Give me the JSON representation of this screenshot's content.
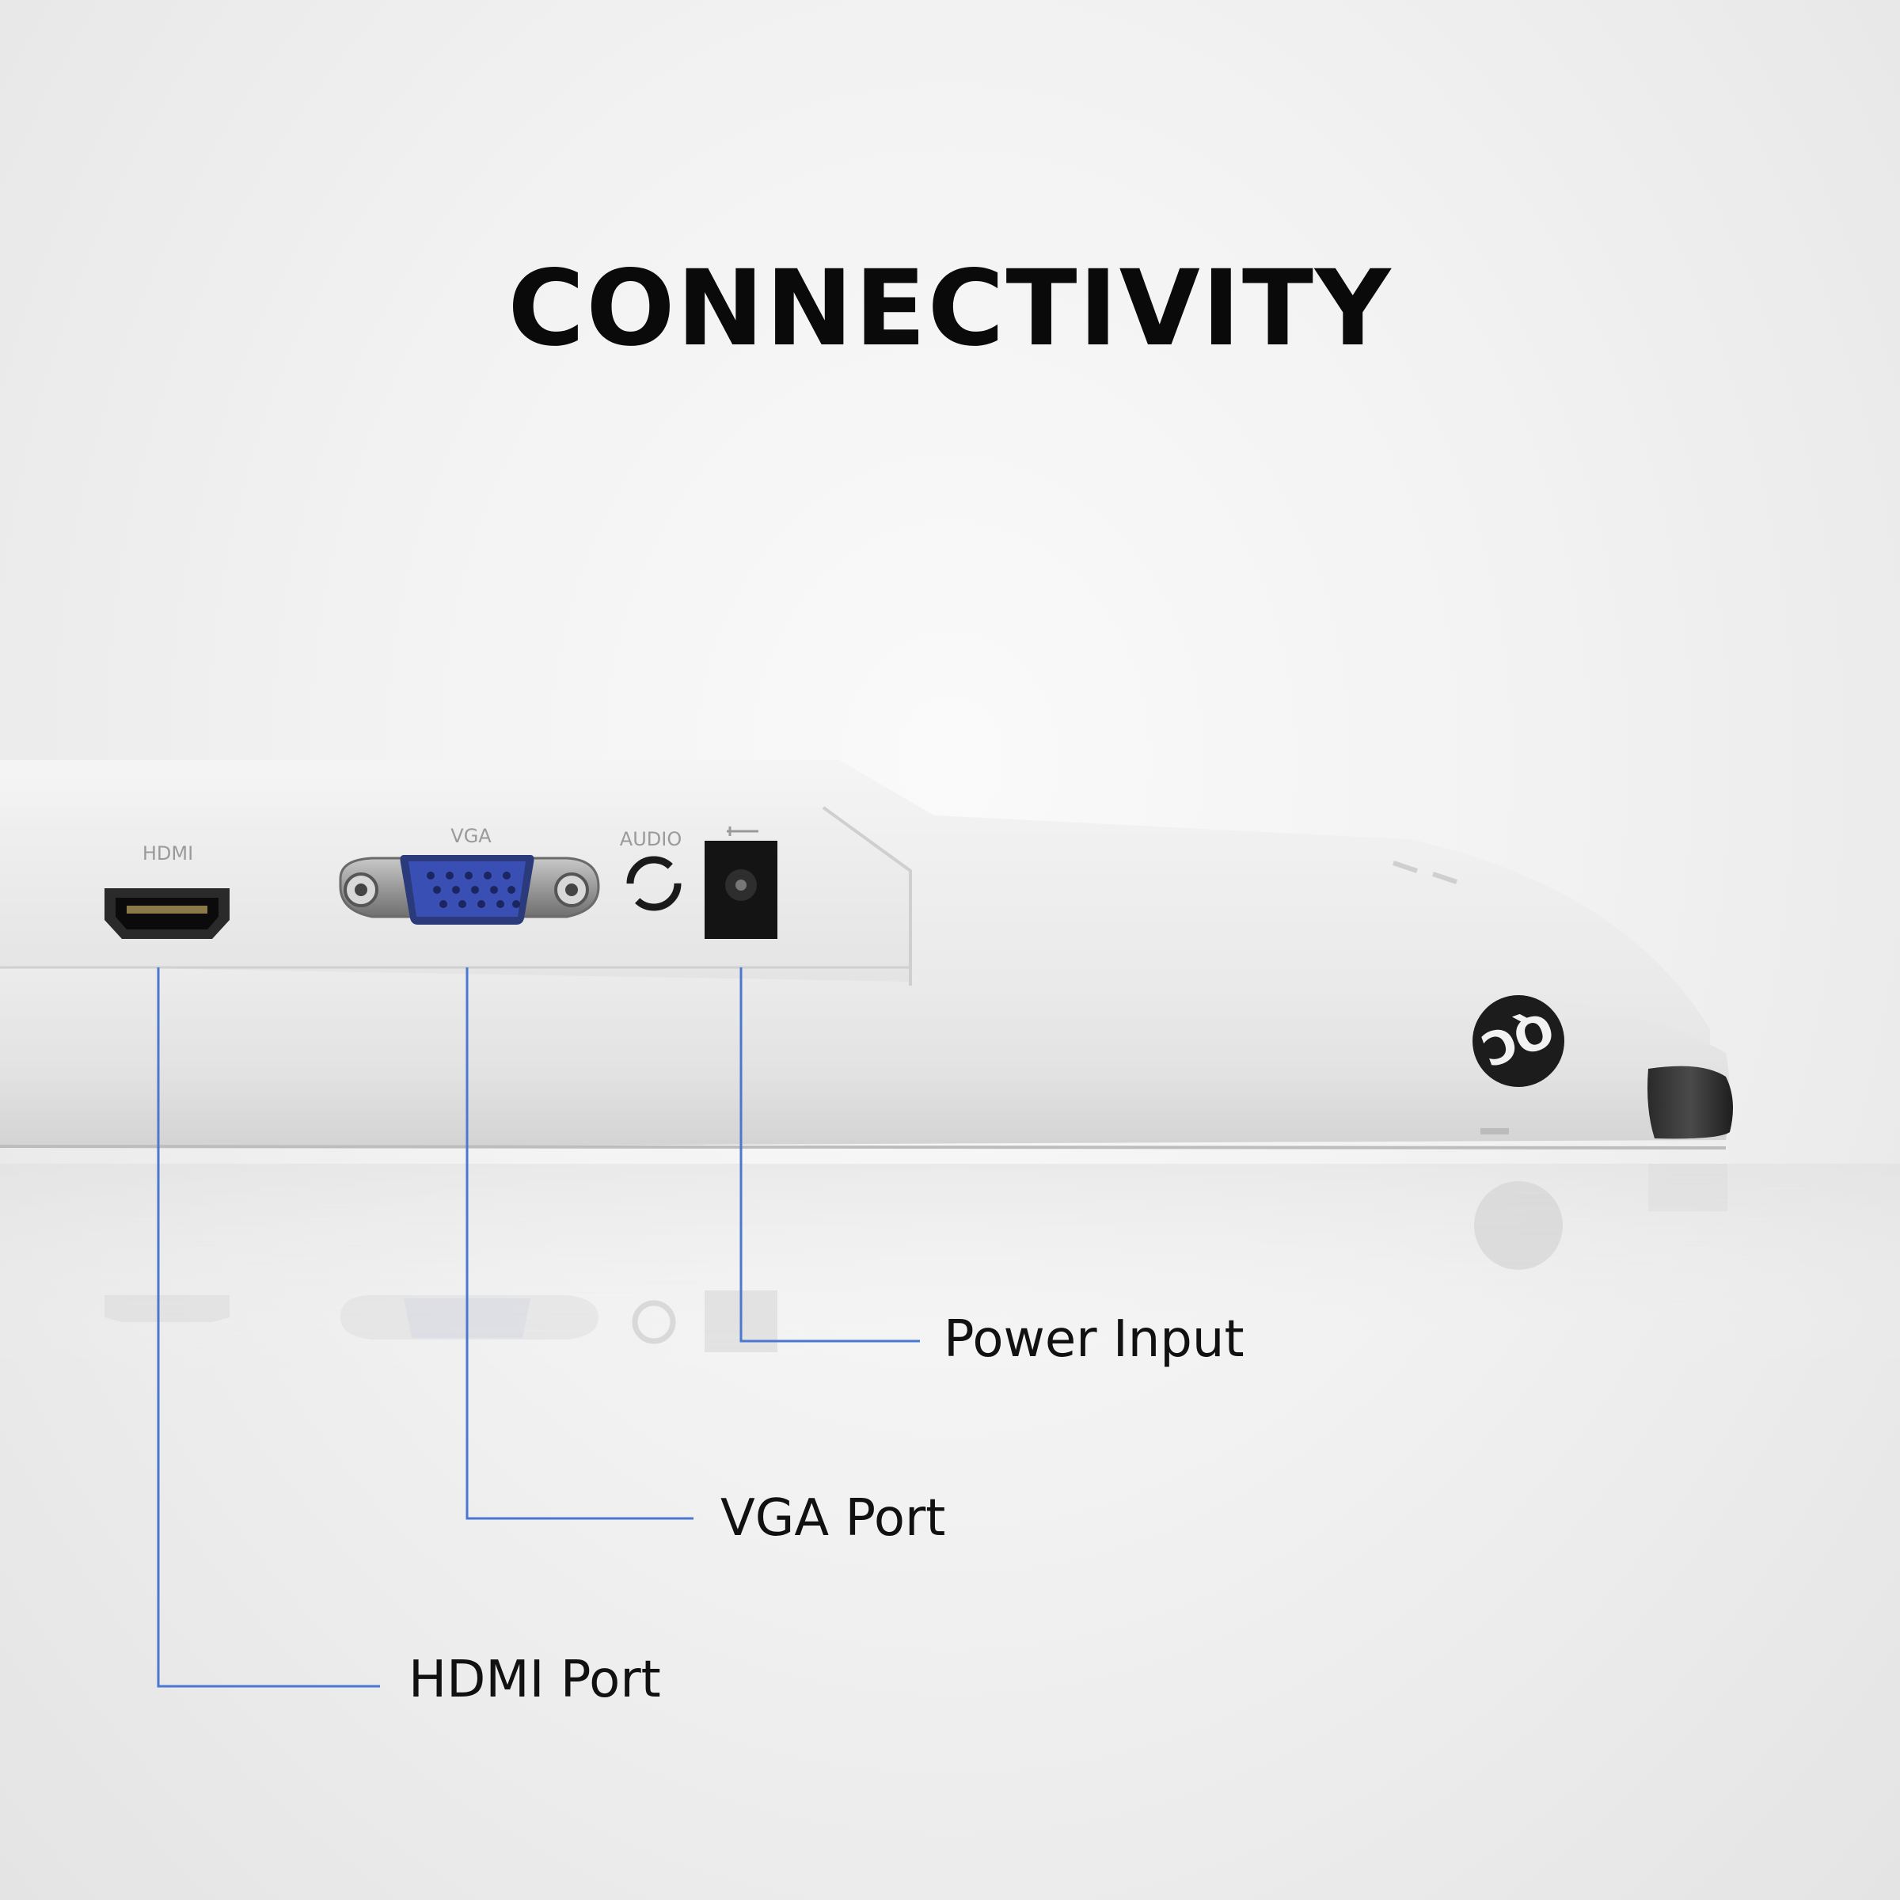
{
  "title": "CONNECTIVITY",
  "ports": {
    "hdmi_label": "HDMI",
    "vga_label": "VGA",
    "audio_label": "AUDIO"
  },
  "callouts": {
    "power": "Power Input",
    "vga": "VGA Port",
    "hdmi": "HDMI Port"
  },
  "colors": {
    "callout_line": "#4a78d0",
    "vga_connector": "#3a4fb3"
  },
  "icons": {
    "logo": "qc-logo-icon",
    "dc_symbol": "dc-power-symbol-icon"
  }
}
